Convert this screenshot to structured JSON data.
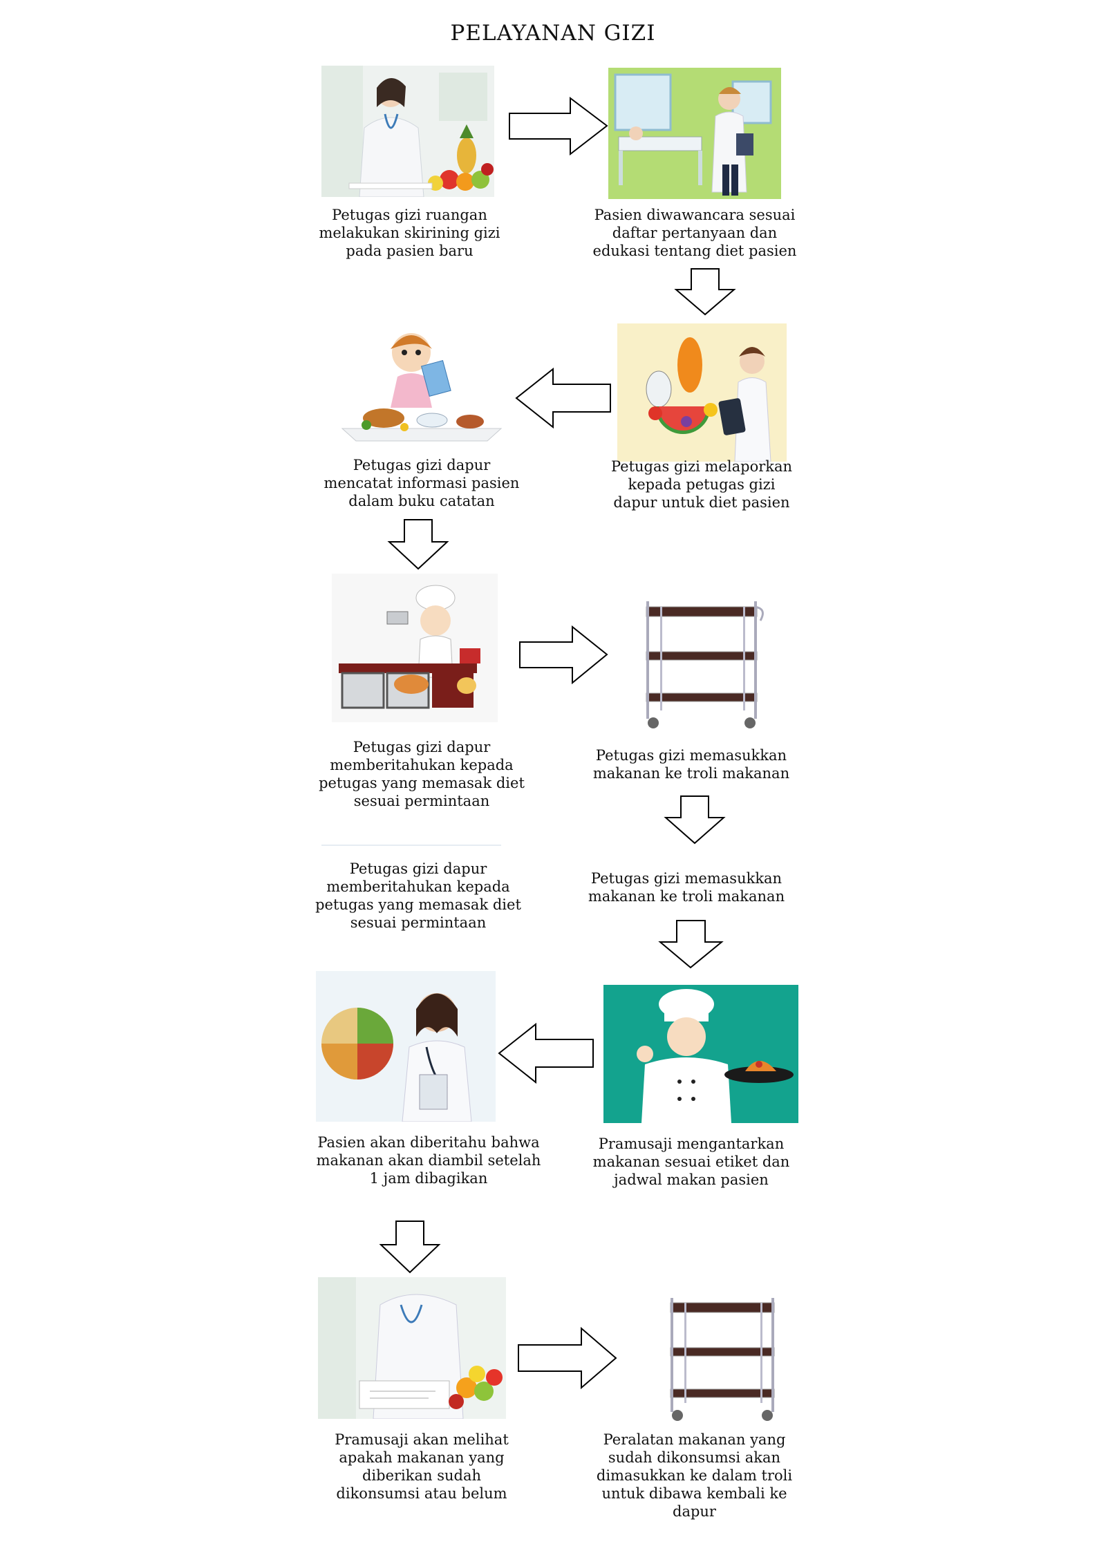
{
  "title": "PELAYANAN GIZI",
  "captions": {
    "c1": "Petugas gizi ruangan\nmelakukan skirining gizi\npada pasien baru",
    "c2": "Pasien diwawancara sesuai\ndaftar pertanyaan dan\nedukasi tentang diet pasien",
    "c3": "Petugas gizi melaporkan\nkepada petugas gizi\ndapur untuk diet pasien",
    "c4": "Petugas gizi dapur\nmencatat informasi pasien\ndalam buku catatan",
    "c5": "Petugas gizi dapur\nmemberitahukan kepada\npetugas yang memasak diet\nsesuai permintaan",
    "c6": "Petugas gizi memasukkan\nmakanan ke troli makanan",
    "c7": "Petugas gizi dapur\nmemberitahukan kepada\npetugas yang memasak diet\nsesuai permintaan",
    "c8": "Petugas gizi memasukkan\nmakanan ke troli makanan",
    "c9": "Pramusaji mengantarkan\nmakanan sesuai etiket dan\njadwal makan pasien",
    "c10": "Pasien akan diberitahu bahwa\nmakanan akan diambil setelah\n1 jam dibagikan",
    "c11": "Pramusaji akan melihat\napakah makanan yang\ndiberikan sudah\ndikonsumsi atau belum",
    "c12": "Peralatan makanan yang\nsudah dikonsumsi akan\ndimasukkan ke dalam troli\nuntuk dibawa kembali ke\ndapur"
  },
  "colors": {
    "doctor_coat": "#f4f6f8",
    "room_green": "#a8d66a",
    "food_bg": "#f9f0c8",
    "trolley_shelf": "#4a2a24",
    "chef_bg": "#13a38e"
  }
}
